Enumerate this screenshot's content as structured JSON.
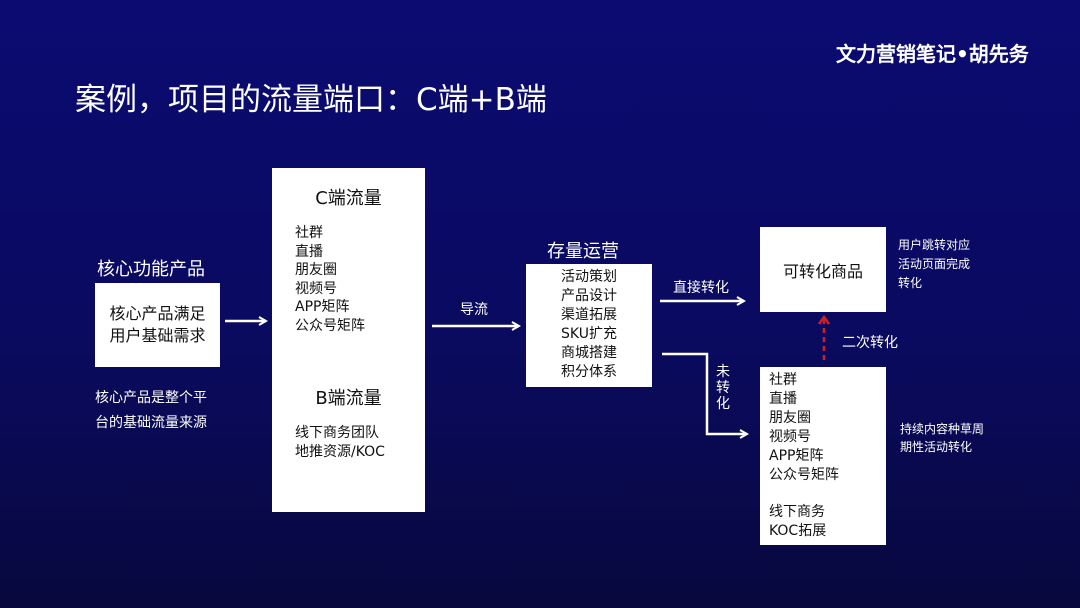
{
  "brand": "文力营销笔记•胡先务",
  "title": "案例，项目的流量端口：C端+B端",
  "core": {
    "label": "核心功能产品",
    "box_lines": [
      "核心产品满足",
      "用户基础需求"
    ],
    "caption_lines": [
      "核心产品是整个平",
      "台的基础流量来源"
    ]
  },
  "traffic": {
    "c_title": "C端流量",
    "c_items": [
      "社群",
      "直播",
      "朋友圈",
      "视频号",
      "APP矩阵",
      "公众号矩阵"
    ],
    "b_title": "B端流量",
    "b_items": [
      "线下商务团队",
      "地推资源/KOC"
    ]
  },
  "guide_label": "导流",
  "stock": {
    "label": "存量运营",
    "items": [
      "活动策划",
      "产品设计",
      "渠道拓展",
      "SKU扩充",
      "商城搭建",
      "积分体系"
    ]
  },
  "direct_label": "直接转化",
  "goods": {
    "label": "可转化商品",
    "note_lines": [
      "用户跳转对应",
      "活动页面完成",
      "转化"
    ]
  },
  "secondary_label": "二次转化",
  "unconverted_label": [
    "未",
    "转",
    "化"
  ],
  "nurture": {
    "items": [
      "社群",
      "直播",
      "朋友圈",
      "视频号",
      "APP矩阵",
      "公众号矩阵"
    ],
    "items2": [
      "线下商务",
      "KOC拓展"
    ],
    "note_lines": [
      "持续内容种草周",
      "期性活动转化"
    ]
  },
  "colors": {
    "background": "#0b0b72",
    "box": "#ffffff",
    "dashed_arrow": "#d02020"
  }
}
